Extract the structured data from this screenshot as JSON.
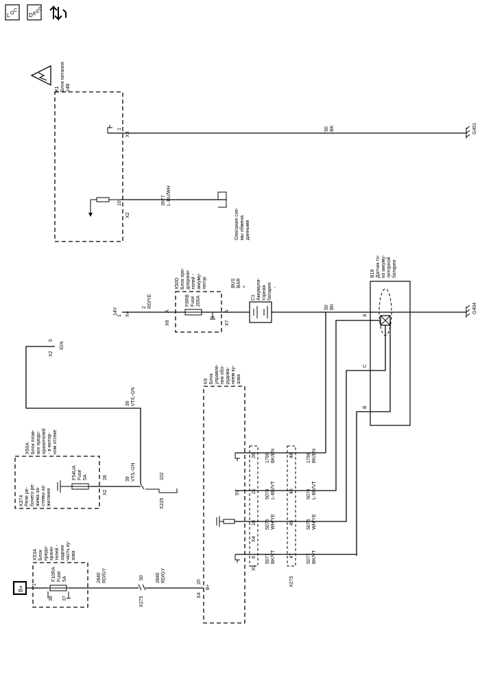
{
  "header_icons": {
    "loc": "L",
    "loc_sub": "O",
    "loc_sub2": "C",
    "desc": "D",
    "desc_sub": "E",
    "desc_sub2": "S",
    "desc_sub3": "C",
    "diag_icon": "diagnostic-arrows-icon"
  },
  "k1": {
    "id": "K1",
    "name": "Блок питания",
    "voltage": "14В"
  },
  "k1_pins": {
    "x3": "X3",
    "x3_pin": "1",
    "x2a": "X2",
    "x2a_pin": "10",
    "x4": "X4",
    "x4_pin": "1",
    "x4_v": "14V",
    "x2b": "X2",
    "x2b_pin": "5",
    "ign": "IGN"
  },
  "wires": {
    "w50_top_num": "50",
    "w50_top_col": "BK",
    "w3977_num": "3977",
    "w3977_col": "L-BU/WH",
    "w2_num": "2",
    "w2_col": "RD/YE",
    "w50_mid_num": "50",
    "w50_mid_col": "BK",
    "w39_num": "39",
    "w39_col": "VT/L-GN",
    "w39b_num": "39",
    "w39b_col": "VT/L-GN",
    "w2840a_num": "2840",
    "w2840a_col": "RD/GY",
    "w2840b_num": "2840",
    "w2840b_col": "RD/GY",
    "w1798a_num": "1798",
    "w1798a_col": "BK/BN",
    "w1798b_num": "1798",
    "w1798b_col": "BK/BN",
    "w5076a_num": "5076",
    "w5076a_col": "L-BU/VT",
    "w5076b_num": "5076",
    "w5076b_col": "L-BU/VT",
    "w5075a_num": "5075",
    "w5075a_col": "WH/YE",
    "w5075b_num": "5075",
    "w5075b_col": "WH/YE",
    "w5077a_num": "5077",
    "w5077a_col": "BK/VT",
    "w5077b_num": "5077",
    "w5077b_col": "BK/VT"
  },
  "grounds": {
    "g401": "G401",
    "g404": "G404"
  },
  "data_link": {
    "l1": "Описание схе-",
    "l2": "мы обмена",
    "l3": "данными"
  },
  "x50d": {
    "id": "X50D",
    "l1": "Блок пре-",
    "l2": "дохрани-",
    "l3": "телей -",
    "l4": "аккуму-",
    "l5": "лятор",
    "fuse": "F6RB",
    "fuse_l1": "Fuse",
    "fuse_l2": "200A",
    "x6": "X6",
    "x6_pin": "A",
    "x7": "X7",
    "x7_pin": "A"
  },
  "c1": {
    "id": "C1",
    "l1": "Аккумуля-",
    "l2": "торная",
    "l3": "батарея",
    "bus": "BUS",
    "bar": "BAR",
    "plus": "+",
    "minus": "-"
  },
  "b18": {
    "id": "B18",
    "l1": "Датчик то-",
    "l2": "ка аккуму-",
    "l3": "ляторной",
    "l4": "батареи",
    "pin_a": "A",
    "pin_c": "C",
    "pin_b": "B"
  },
  "k9": {
    "id": "K9",
    "l1": "Блок",
    "l2": "управле-",
    "l3": "ния обо-",
    "l4": "рудова-",
    "l5": "нием ку-",
    "l6": "зова",
    "p26": "26",
    "p21": "21",
    "p18": "18",
    "p6": "6",
    "p20": "20",
    "v5": "5V",
    "x4": "X4",
    "x5": "X5",
    "x4b": "X4",
    "bplus": "B+"
  },
  "x275_col": {
    "p48": "48",
    "p46": "46",
    "p45": "45",
    "p47": "47",
    "label": "X275"
  },
  "x50a": {
    "id": "X50A",
    "l1": "Блок плав-",
    "l2": "ких предо-",
    "l3": "хранителей",
    "l4": "- в мотор-",
    "l5": "ном отсеке",
    "fuse": "F54UA",
    "fuse_l1": "Fuse",
    "fuse_l2": "5A",
    "x2": "X2",
    "x2_pin": "28"
  },
  "k374": {
    "id": "K374",
    "l1": "Реле ре-",
    "l2": "бочего ре-",
    "l3": "жима за-",
    "l4": "стемы за-",
    "l5": "жигания"
  },
  "x225": {
    "label": "X225",
    "pin": "102"
  },
  "x53a": {
    "id": "X53A",
    "l1": "Блок",
    "l2": "предо-",
    "l3": "храни-",
    "l4": "телей -",
    "l5": "задняя",
    "l6": "часть ку-",
    "l7": "зова",
    "fuse": "F10RA",
    "fuse_l1": "Fuse",
    "fuse_l2": "5A",
    "p36": "36",
    "p37": "37",
    "p1": "1"
  },
  "x275_low": {
    "label": "X275",
    "pin": "50"
  },
  "bplus_box": "B+"
}
